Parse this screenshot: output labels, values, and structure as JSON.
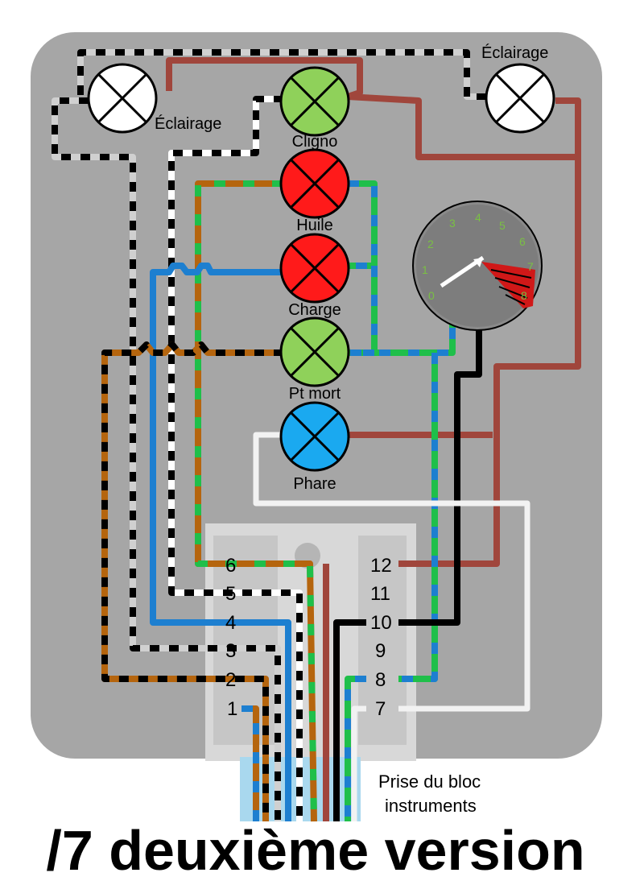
{
  "lamps": {
    "eclairage_left": "Éclairage",
    "eclairage_right": "Éclairage",
    "cligno": "Cligno",
    "huile": "Huile",
    "charge": "Charge",
    "pt_mort": "Pt mort",
    "phare": "Phare"
  },
  "gauge": {
    "ticks": [
      "0",
      "1",
      "2",
      "3",
      "4",
      "5",
      "6",
      "7",
      "8"
    ]
  },
  "connector": {
    "left_pins": [
      "6",
      "5",
      "4",
      "3",
      "2",
      "1"
    ],
    "right_pins": [
      "12",
      "11",
      "10",
      "9",
      "8",
      "7"
    ],
    "caption_line1": "Prise du bloc",
    "caption_line2": "instruments"
  },
  "title": "/7 deuxième version",
  "colors": {
    "panel": "#a6a6a6",
    "lamp_green": "#8fd15a",
    "lamp_red": "#ff1a1a",
    "lamp_blue": "#1aa9f0",
    "lamp_white": "#ffffff",
    "wire_brown": "#a0463c",
    "wire_orange": "#b5650e",
    "wire_blue": "#1d7fd0",
    "wire_green": "#1fbf4a",
    "wire_black": "#000000",
    "wire_white": "#ffffff",
    "wire_grey": "#d0d0d0"
  },
  "icons": {
    "lamp_symbol": "cross-lamp-icon",
    "gauge": "tachometer-icon"
  }
}
